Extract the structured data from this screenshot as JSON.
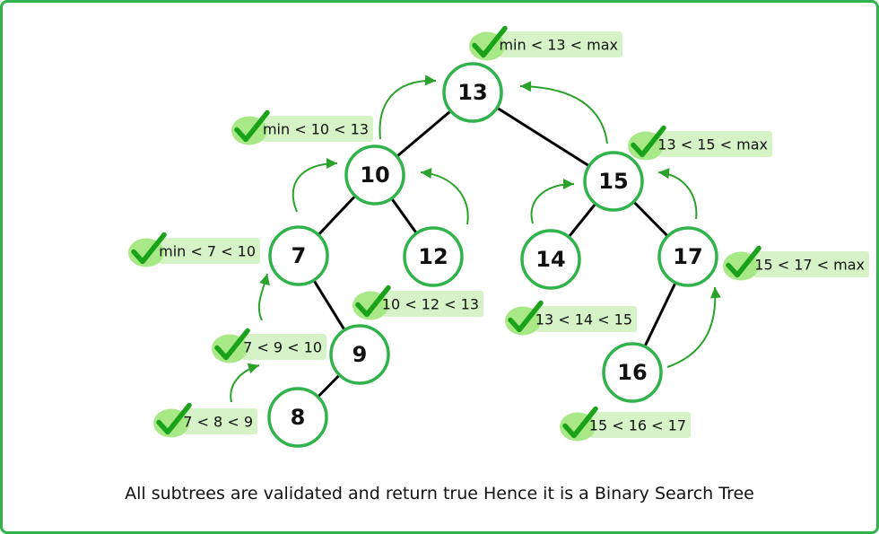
{
  "colors": {
    "border": "#2fb34a",
    "node_stroke": "#2fb34a",
    "arrow": "#2aa12a",
    "check": "#1aa21a",
    "label_bg": "#d6f3c7"
  },
  "nodes": [
    {
      "id": "n13",
      "value": "13"
    },
    {
      "id": "n10",
      "value": "10"
    },
    {
      "id": "n15",
      "value": "15"
    },
    {
      "id": "n7",
      "value": "7"
    },
    {
      "id": "n12",
      "value": "12"
    },
    {
      "id": "n14",
      "value": "14"
    },
    {
      "id": "n17",
      "value": "17"
    },
    {
      "id": "n9",
      "value": "9"
    },
    {
      "id": "n8",
      "value": "8"
    },
    {
      "id": "n16",
      "value": "16"
    }
  ],
  "edges": [
    [
      "n13",
      "n10"
    ],
    [
      "n13",
      "n15"
    ],
    [
      "n10",
      "n7"
    ],
    [
      "n10",
      "n12"
    ],
    [
      "n15",
      "n14"
    ],
    [
      "n15",
      "n17"
    ],
    [
      "n7",
      "n9"
    ],
    [
      "n9",
      "n8"
    ],
    [
      "n17",
      "n16"
    ]
  ],
  "labels": [
    {
      "node": "n13",
      "text": "min < 13 < max",
      "icon": "checkmark-icon"
    },
    {
      "node": "n10",
      "text": "min < 10 < 13",
      "icon": "checkmark-icon"
    },
    {
      "node": "n15",
      "text": "13 < 15 < max",
      "icon": "checkmark-icon"
    },
    {
      "node": "n7",
      "text": "min < 7 < 10",
      "icon": "checkmark-icon"
    },
    {
      "node": "n12",
      "text": "10 < 12 < 13",
      "icon": "checkmark-icon"
    },
    {
      "node": "n14",
      "text": "13 < 14 < 15",
      "icon": "checkmark-icon"
    },
    {
      "node": "n17",
      "text": "15 < 17 < max",
      "icon": "checkmark-icon"
    },
    {
      "node": "n9",
      "text": "7 < 9 < 10",
      "icon": "checkmark-icon"
    },
    {
      "node": "n8",
      "text": "7 < 8 < 9",
      "icon": "checkmark-icon"
    },
    {
      "node": "n16",
      "text": "15 < 16 < 17",
      "icon": "checkmark-icon"
    }
  ],
  "caption": "All subtrees are validated and return true Hence it is a Binary Search Tree"
}
